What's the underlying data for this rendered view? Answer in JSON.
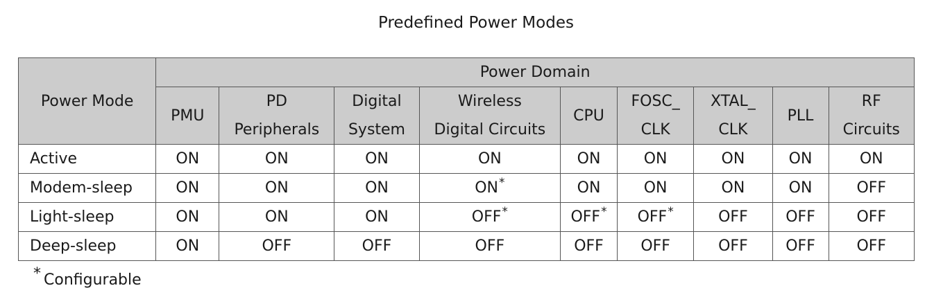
{
  "title": "Predefined Power Modes",
  "table": {
    "mode_header": "Power Mode",
    "domain_header": "Power Domain",
    "columns": [
      {
        "line1": "PMU",
        "line2": ""
      },
      {
        "line1": "PD",
        "line2": "Peripherals"
      },
      {
        "line1": "Digital",
        "line2": "System"
      },
      {
        "line1": "Wireless",
        "line2": "Digital Circuits"
      },
      {
        "line1": "CPU",
        "line2": ""
      },
      {
        "line1": "FOSC_",
        "line2": "CLK"
      },
      {
        "line1": "XTAL_",
        "line2": "CLK"
      },
      {
        "line1": "PLL",
        "line2": ""
      },
      {
        "line1": "RF",
        "line2": "Circuits"
      }
    ],
    "rows": [
      {
        "mode": "Active",
        "cells": [
          "ON",
          "ON",
          "ON",
          "ON",
          "ON",
          "ON",
          "ON",
          "ON",
          "ON"
        ],
        "stars": [
          false,
          false,
          false,
          false,
          false,
          false,
          false,
          false,
          false
        ]
      },
      {
        "mode": "Modem-sleep",
        "cells": [
          "ON",
          "ON",
          "ON",
          "ON",
          "ON",
          "ON",
          "ON",
          "ON",
          "OFF"
        ],
        "stars": [
          false,
          false,
          false,
          true,
          false,
          false,
          false,
          false,
          false
        ]
      },
      {
        "mode": "Light-sleep",
        "cells": [
          "ON",
          "ON",
          "ON",
          "OFF",
          "OFF",
          "OFF",
          "OFF",
          "OFF",
          "OFF"
        ],
        "stars": [
          false,
          false,
          false,
          true,
          true,
          true,
          false,
          false,
          false
        ]
      },
      {
        "mode": "Deep-sleep",
        "cells": [
          "ON",
          "OFF",
          "OFF",
          "OFF",
          "OFF",
          "OFF",
          "OFF",
          "OFF",
          "OFF"
        ],
        "stars": [
          false,
          false,
          false,
          false,
          false,
          false,
          false,
          false,
          false
        ]
      }
    ]
  },
  "footnote": {
    "symbol": "*",
    "text": "Configurable"
  },
  "colors": {
    "header_background": "#cccccc",
    "border": "#555555"
  }
}
